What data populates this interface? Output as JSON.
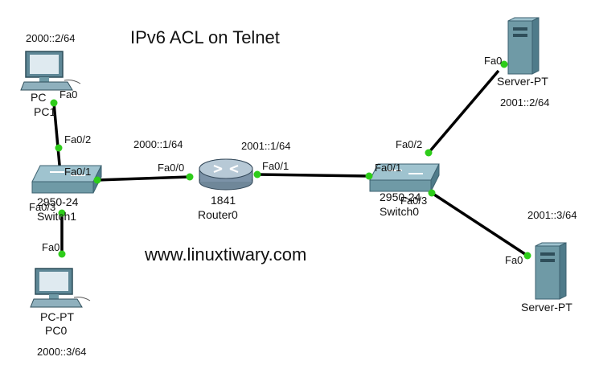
{
  "title": "IPv6 ACL on Telnet",
  "website": "www.linuxtiwary.com",
  "devices": {
    "pc1": {
      "type_label": "PC",
      "name": "PC1",
      "ip": "2000::2/64"
    },
    "pc0": {
      "type_label": "PC-PT",
      "name": "PC0",
      "ip": "2000::3/64"
    },
    "switch1": {
      "model": "2950-24",
      "name": "Switch1"
    },
    "router0": {
      "model": "1841",
      "name": "Router0",
      "ip_left": "2000::1/64",
      "ip_right": "2001::1/64"
    },
    "switch0": {
      "model": "2950-24",
      "name": "Switch0"
    },
    "server_top": {
      "type_label": "Server-PT",
      "ip": "2001::2/64"
    },
    "server_bottom": {
      "type_label": "Server-PT",
      "ip": "2001::3/64"
    }
  },
  "ports": {
    "pc1_fa0": "Fa0",
    "sw1_fa02": "Fa0/2",
    "sw1_fa01": "Fa0/1",
    "sw1_fa03": "Fa0/3",
    "pc0_fa0": "Fa0",
    "r0_fa00": "Fa0/0",
    "r0_fa01": "Fa0/1",
    "sw0_fa01": "Fa0/1",
    "sw0_fa02": "Fa0/2",
    "sw0_fa03": "Fa0/3",
    "srv_top_fa0": "Fa0",
    "srv_bottom_fa0": "Fa0"
  },
  "colors": {
    "link": "#000000",
    "port_dot": "#2ecc1a",
    "device_teal": "#6f9aa6",
    "router_blue": "#7c93a8"
  }
}
